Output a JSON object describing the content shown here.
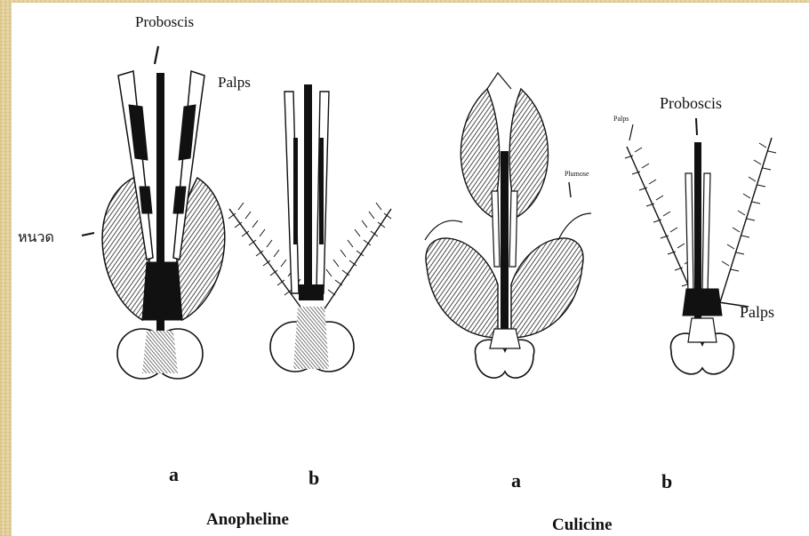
{
  "labels": {
    "proboscis_top": "Proboscis",
    "palps_top": "Palps",
    "antenna_thai": "หนวด",
    "plumose_small": "Plumose",
    "palps_small": "Palps",
    "proboscis_right": "Proboscis",
    "palps_right": "Palps"
  },
  "sublabels": {
    "anopheline_a": "a",
    "anopheline_b": "b",
    "culicine_a": "a",
    "culicine_b": "b"
  },
  "groups": {
    "anopheline": "Anopheline",
    "culicine": "Culicine"
  }
}
